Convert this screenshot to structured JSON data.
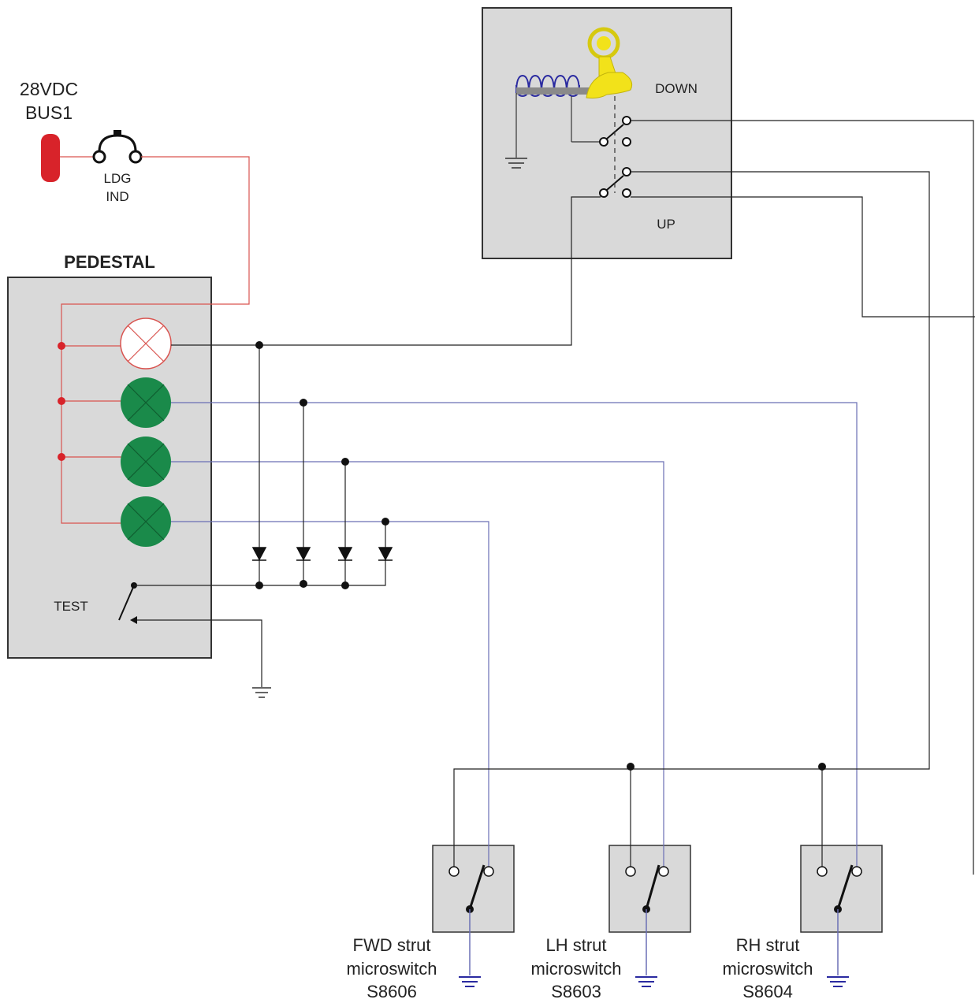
{
  "supply": {
    "line1": "28VDC",
    "line2": "BUS1"
  },
  "breaker": {
    "line1": "LDG",
    "line2": "IND"
  },
  "pedestal": {
    "title": "PEDESTAL",
    "test_label": "TEST"
  },
  "selector": {
    "down_label": "DOWN",
    "up_label": "UP"
  },
  "microswitches": [
    {
      "line1": "FWD strut",
      "line2": "microswitch",
      "line3": "S8606"
    },
    {
      "line1": "LH strut",
      "line2": "microswitch",
      "line3": "S8603"
    },
    {
      "line1": "RH strut",
      "line2": "microswitch",
      "line3": "S8604"
    }
  ],
  "colors": {
    "power_wire": "#d9534f",
    "signal_wire": "#6a6fb5",
    "ground_wire": "#333333",
    "lamp_green": "#1a8a4a",
    "panel_fill": "#d9d9d9",
    "lever_yellow": "#f2e21a",
    "coil_blue": "#2a2aa0",
    "supply_red": "#d8232a"
  }
}
